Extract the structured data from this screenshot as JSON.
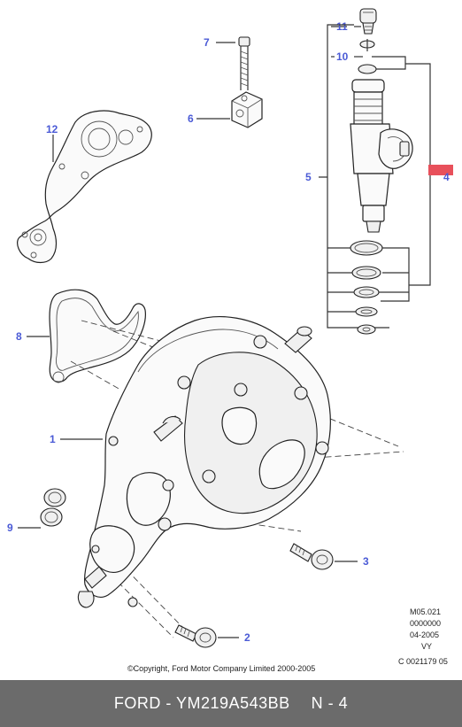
{
  "callouts": {
    "c1": "1",
    "c2": "2",
    "c3": "3",
    "c4": "4",
    "c5": "5",
    "c6": "6",
    "c7": "7",
    "c8": "8",
    "c9": "9",
    "c10": "10",
    "c11": "11",
    "c12": "12"
  },
  "meta": {
    "line1": "M05.021",
    "line2": "0000000",
    "line3": "04-2005",
    "line4": "VY",
    "line5": "C 0021179 05"
  },
  "copyright": "©Copyright, Ford Motor Company Limited 2000-2005",
  "footer": {
    "part": "FORD - YM219A543BB",
    "page": "N - 4"
  },
  "colors": {
    "callout": "#4a5ad6",
    "highlight": "#e8505b",
    "footer_bg": "#6b6b6b"
  }
}
